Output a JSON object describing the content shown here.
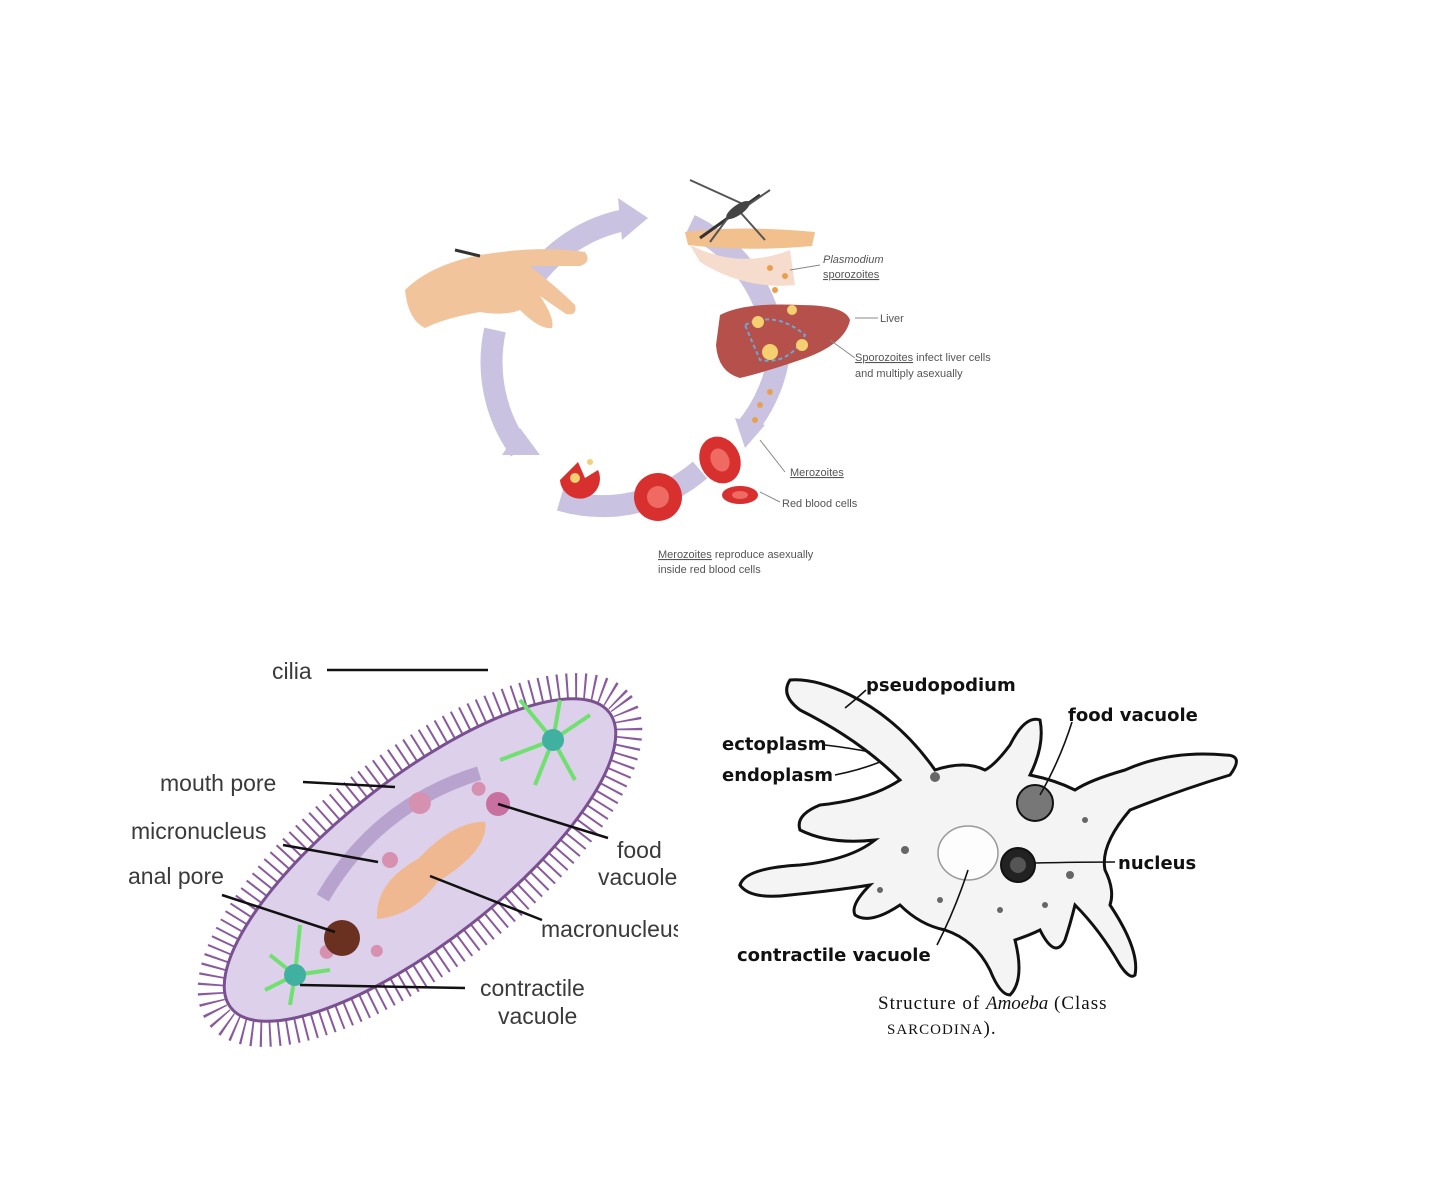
{
  "malaria": {
    "plasmodium": "Plasmodium",
    "sporozoites": "sporozoites",
    "liver": "Liver",
    "sporozoites_infect_1a": "Sporozoites",
    "sporozoites_infect_1b": " infect liver cells",
    "sporozoites_infect_2": "and multiply asexually",
    "merozoites": "Merozoites",
    "red_blood_cells": "Red blood cells",
    "merozoites_reproduce_1a": "Merozoites",
    "merozoites_reproduce_1b": " reproduce asexually",
    "merozoites_reproduce_2": "inside red blood cells"
  },
  "paramecium": {
    "cilia": "cilia",
    "mouth_pore": "mouth pore",
    "micronucleus": "micronucleus",
    "anal_pore": "anal pore",
    "food_vacuole_1": "food",
    "food_vacuole_2": "vacuole",
    "macronucleus": "macronucleus",
    "contractile_vacuole_1": "contractile",
    "contractile_vacuole_2": "vacuole"
  },
  "amoeba": {
    "pseudopodium": "pseudopodium",
    "food_vacuole": "food vacuole",
    "ectoplasm": "ectoplasm",
    "endoplasm": "endoplasm",
    "nucleus": "nucleus",
    "contractile_vacuole": "contractile vacuole",
    "caption_1a": "Structure of ",
    "caption_1b": "Amoeba",
    "caption_1c": " (Class",
    "caption_2a": "Sarcodina",
    "caption_2b": ")."
  },
  "colors": {
    "cycle_arrow": "#c9c2e0",
    "blood_cell": "#d8302f",
    "liver": "#b5504a",
    "paramecium_body": "#d9cde8",
    "paramecium_cilia": "#7a5090",
    "macronucleus": "#f0b890",
    "amoeba_outline": "#111111"
  },
  "icons": [
    "mosquito-icon",
    "hand-icon",
    "liver-icon",
    "red-blood-cell-icon"
  ]
}
